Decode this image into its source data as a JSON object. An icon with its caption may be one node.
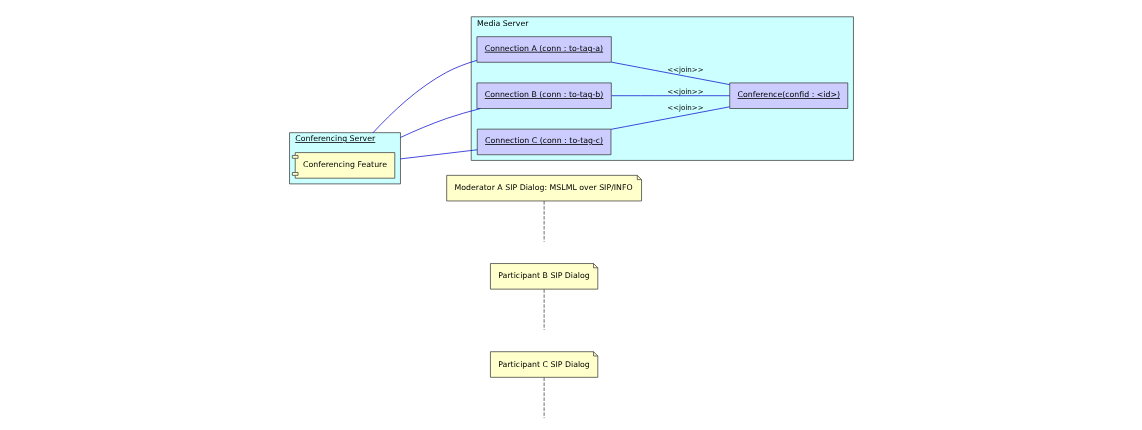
{
  "diagram": {
    "nodes": [
      {
        "text": [
          "Conferencing Server"
        ]
      },
      {
        "text": [
          "Conferencing Feature"
        ],
        "in": 0
      },
      {
        "text": [
          "Media Server"
        ]
      },
      {
        "text": [
          "Connection A (conn : to-tag-a)"
        ],
        "in": 2
      },
      {
        "text": [
          "Connection B (conn : to-tag-b)"
        ],
        "in": 2
      },
      {
        "text": [
          "Connection C (conn : to-tag-c)"
        ],
        "in": 2
      },
      {
        "text": [
          "Conference(confid : <id>)"
        ],
        "in": 2
      },
      {
        "text": [
          "Moderator A SIP Dialog: MSLML over SIP/INFO"
        ]
      },
      {
        "text": [
          "Participant B SIP Dialog"
        ]
      },
      {
        "text": [
          "Participant C SIP Dialog"
        ]
      }
    ],
    "edges": [
      {
        "from": 0,
        "to": 3,
        "arrow": "none",
        "color": "#0000cc"
      },
      {
        "from": 0,
        "to": 4,
        "arrow": "none",
        "color": "#0000cc"
      },
      {
        "from": 0,
        "to": 5,
        "arrow": "none",
        "color": "#0000cc"
      },
      {
        "from": 3,
        "to": 6,
        "arrow": "none",
        "label": "<<join>>",
        "color": "#0000cc"
      },
      {
        "from": 4,
        "to": 6,
        "arrow": "none",
        "label": "<<join>>",
        "color": "#0000cc"
      },
      {
        "from": 5,
        "to": 6,
        "arrow": "none",
        "label": "<<join>>",
        "color": "#0000cc"
      },
      {
        "from": 7,
        "to": null,
        "arrow": "none",
        "style": "dashed",
        "color": "#333333"
      },
      {
        "from": 8,
        "to": null,
        "arrow": "none",
        "style": "dashed",
        "color": "#333333"
      },
      {
        "from": 9,
        "to": null,
        "arrow": "none",
        "style": "dashed",
        "color": "#333333"
      }
    ]
  }
}
